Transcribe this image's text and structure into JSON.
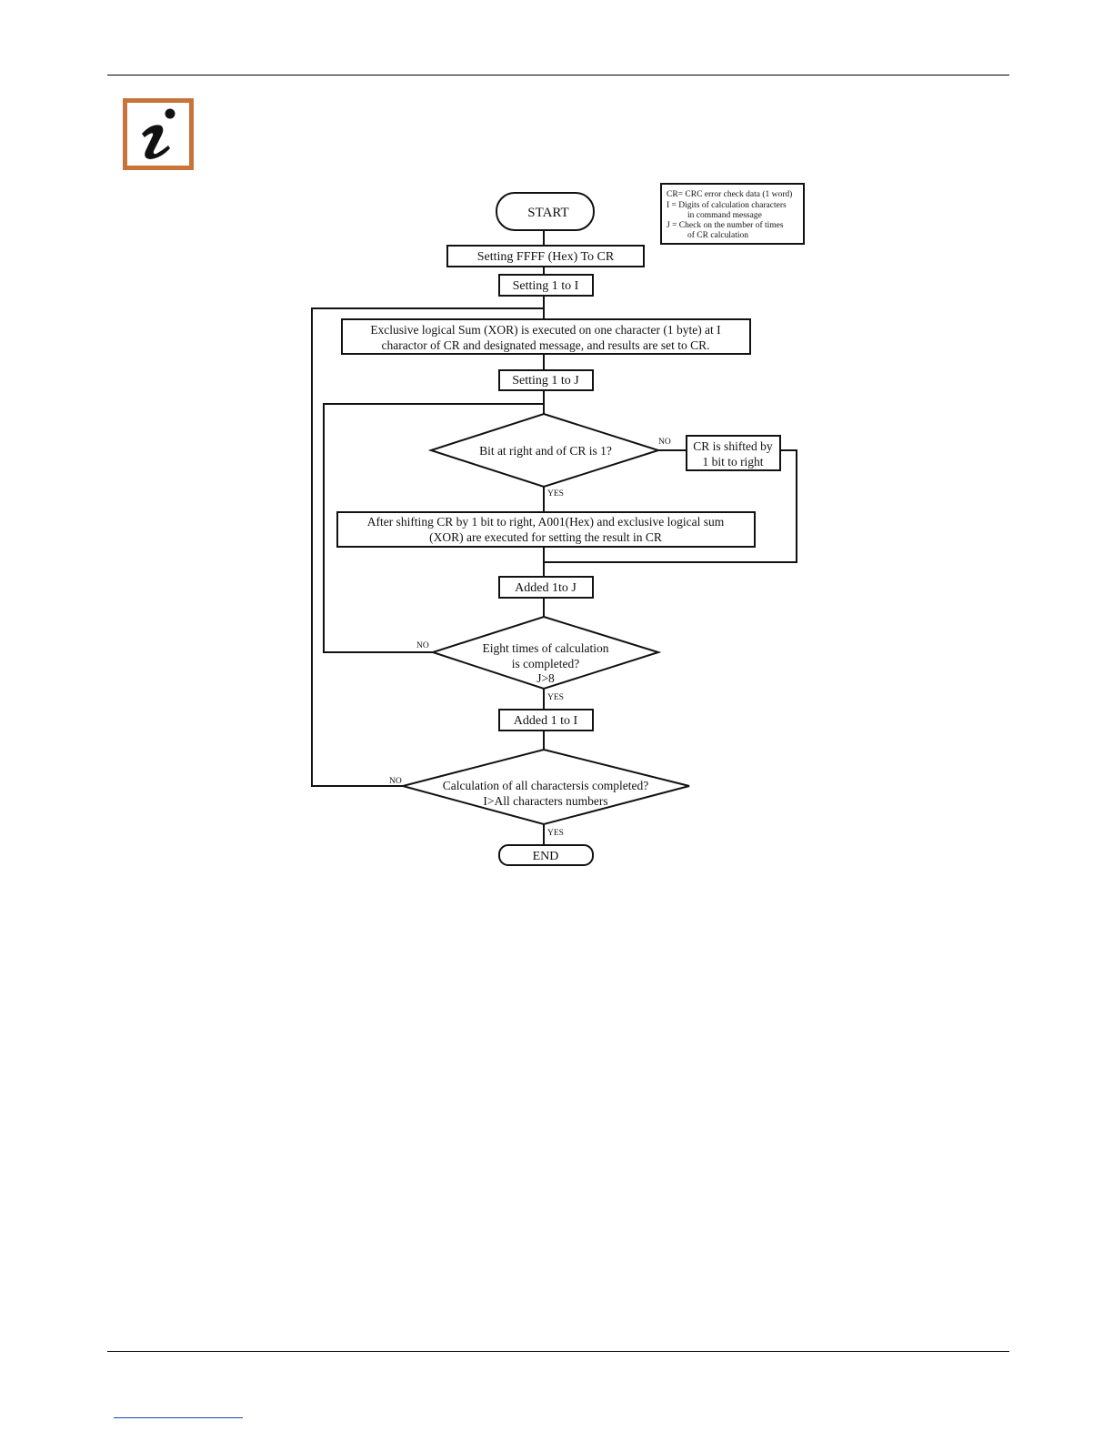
{
  "nodes": {
    "start": "START",
    "set_ffff": "Setting FFFF (Hex) To CR",
    "set_i": "Setting 1 to I",
    "xor_line1": "Exclusive logical Sum (XOR) is executed on one character (1 byte) at I",
    "xor_line2": "charactor of CR and designated message, and results are set to CR.",
    "set_j": "Setting 1 to J",
    "bit_check": "Bit at right and of CR is 1?",
    "shift_line1": "CR is shifted by",
    "shift_line2": "1 bit to right",
    "after_line1": "After shifting CR by 1 bit to right, A001(Hex) and exclusive logical sum",
    "after_line2": "(XOR) are executed for setting the result in CR",
    "add_j": "Added 1to J",
    "eight_line1": "Eight times of calculation",
    "eight_line2": "is completed?",
    "eight_line3": "J>8",
    "add_i": "Added 1 to I",
    "calc_line1": "Calculation of all charactersis completed?",
    "calc_line2": "I>All characters numbers",
    "end": "END"
  },
  "edge_labels": {
    "no": "NO",
    "yes": "YES"
  },
  "legend": {
    "line1": "CR= CRC error check data (1 word)",
    "line2": "I   = Digits of calculation characters",
    "line3": "in command message",
    "line4": "J   = Check on the number of times",
    "line5": "of CR calculation"
  },
  "colors": {
    "icon_border": "#c8733a",
    "icon_glyph": "#111111",
    "footer_link": "#1f3fbf"
  },
  "icon": "info-icon"
}
